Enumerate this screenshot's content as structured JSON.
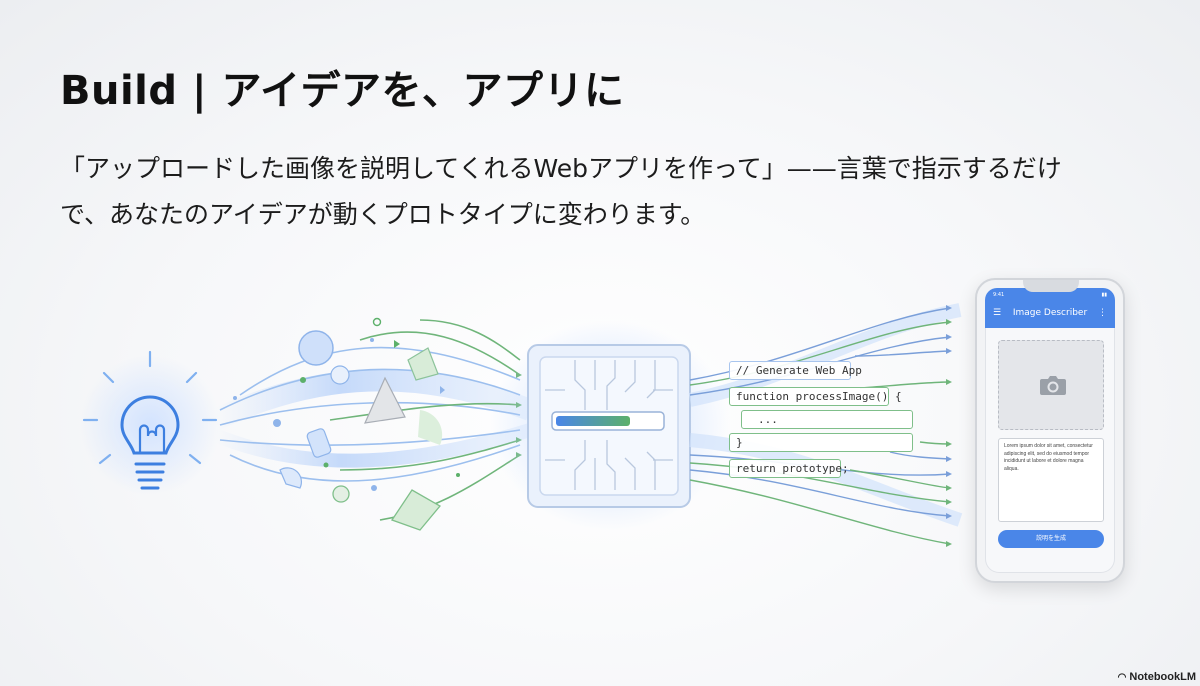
{
  "slide": {
    "title": "Build | アイデアを、アプリに",
    "subtitle_line1": "「アップロードした画像を説明してくれるWebアプリを作って」——言葉で指示するだけ",
    "subtitle_line2": "で、あなたのアイデアが動くプロトタイプに変わります。"
  },
  "code": {
    "line1": "// Generate Web App",
    "line2": "function processImage() {",
    "line3": "...",
    "line4": "}",
    "line5": "return prototype;"
  },
  "phone": {
    "time": "9:41",
    "status": "▮▮",
    "menu_icon": "☰",
    "title": "Image Describer",
    "more_icon": "⋮",
    "description_text": "Lorem ipsum dolor sit amet, consectetur adipiscing elit, sed do eiusmod tempor incididunt ut labore et dolore magna aliqua.",
    "button_label": "説明を生成"
  },
  "brand": {
    "name": "NotebookLM",
    "icon": "notebook-icon"
  },
  "colors": {
    "accent_blue": "#4a86e8",
    "accent_green": "#5cb06a",
    "bulb_blue": "#3d7fe0"
  }
}
